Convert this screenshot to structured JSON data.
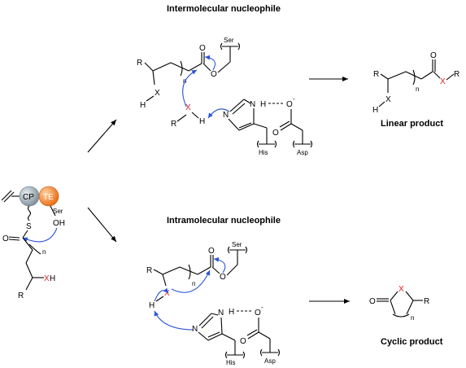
{
  "titles": {
    "intermolecular": "Intermolecular nucleophile",
    "intramolecular": "Intramolecular nucleophile",
    "linear": "Linear product",
    "cyclic": "Cyclic product"
  },
  "residues": {
    "ser": "Ser",
    "his": "His",
    "asp": "Asp"
  },
  "domains": {
    "cp": "CP",
    "te": "TE"
  },
  "atoms": {
    "R": "R",
    "X": "X",
    "H": "H",
    "O": "O",
    "N": "N",
    "NH": "N",
    "OH": "OH",
    "XH": "XH",
    "S": "S",
    "n": "n",
    "O_minus": "O",
    "minus": "-"
  },
  "colors": {
    "cp_domain": "#8a9aa6",
    "te_domain": "#f07d1e",
    "curly_arrow": "#2c55d6",
    "heteroatom_highlight": "#e02020"
  }
}
